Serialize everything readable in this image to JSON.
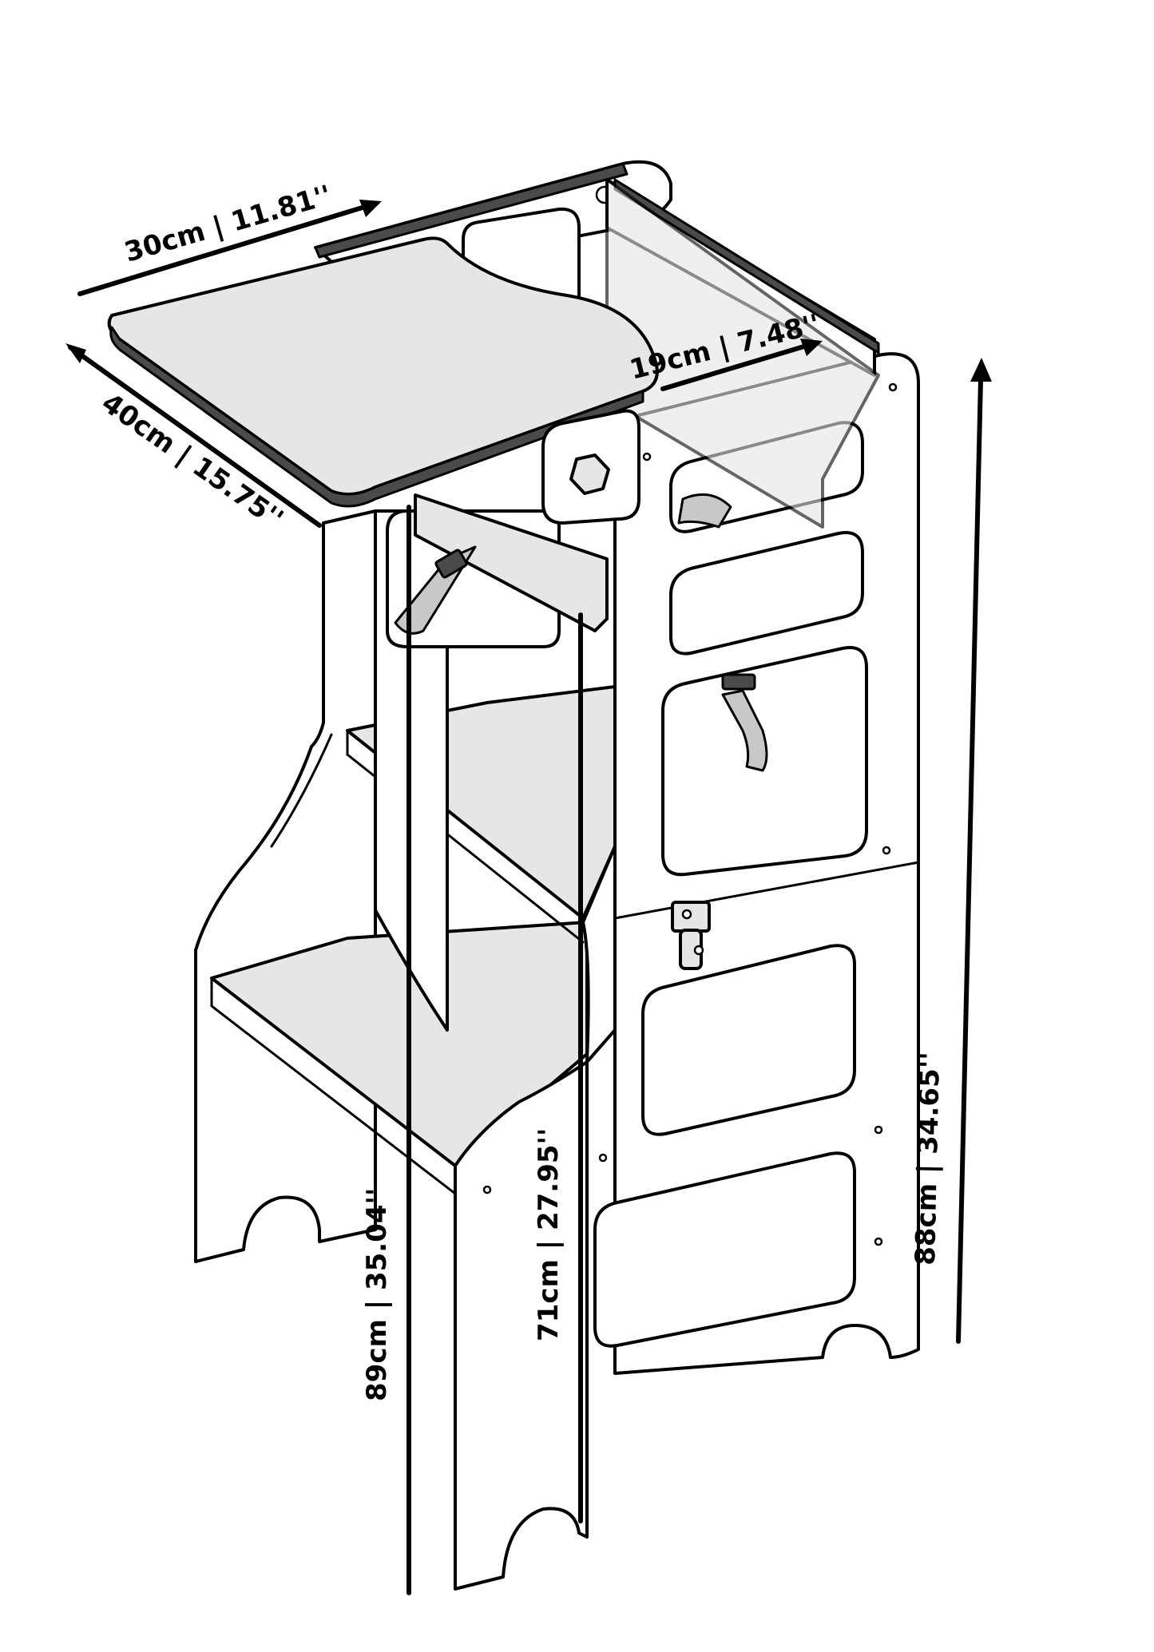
{
  "dimensions": {
    "tray_depth": "30cm | 11.81''",
    "tray_width": "40cm | 15.75''",
    "inner_width": "19cm | 7.48''",
    "total_height_front": "89cm | 35.04''",
    "platform_height": "71cm | 27.95''",
    "total_height_side": "88cm | 34.65''"
  },
  "colors": {
    "line": "#000000",
    "panel_fill": "#ffffff",
    "tray_fill": "#e6e6e6",
    "edge_dark": "#4a4a4a",
    "strap": "#c8c8c8"
  }
}
